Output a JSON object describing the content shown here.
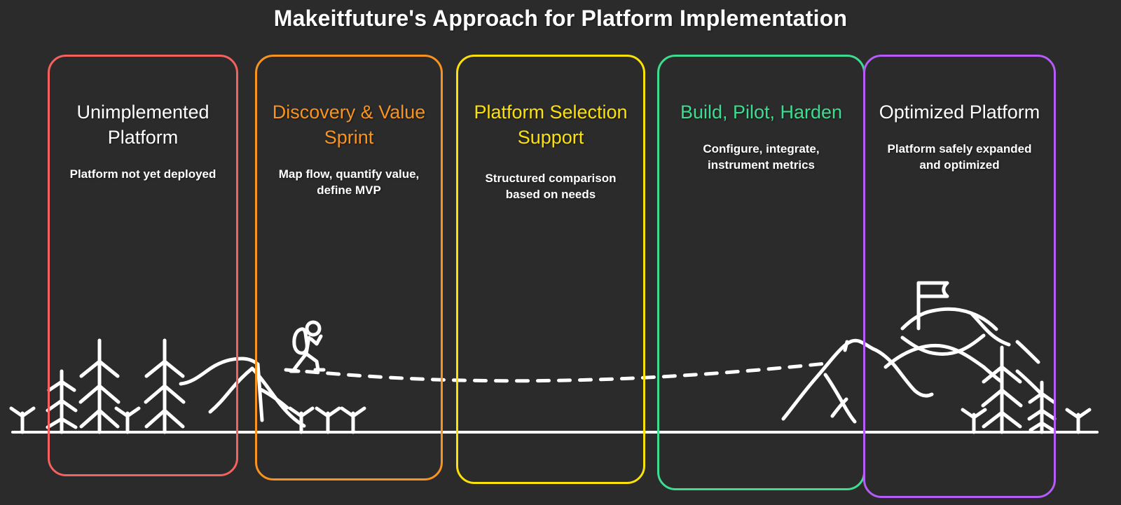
{
  "header": {
    "title": "Makeitfuture's Approach for Platform Implementation"
  },
  "theme": {
    "background": "#2b2b2b",
    "text_primary": "#ffffff",
    "stroke": "#ffffff"
  },
  "stages": [
    {
      "id": "unimplemented-platform",
      "title": "Unimplemented Platform",
      "description": "Platform not yet deployed",
      "accent": "#f4625f",
      "title_color": "#ffffff"
    },
    {
      "id": "discovery-value-sprint",
      "title": "Discovery & Value Sprint",
      "description": "Map flow, quantify value, define MVP",
      "accent": "#f7931e",
      "title_color": "#f7931e"
    },
    {
      "id": "platform-selection-support",
      "title": "Platform Selection Support",
      "description": "Structured comparison based on needs",
      "accent": "#fbe10b",
      "title_color": "#fbe10b"
    },
    {
      "id": "build-pilot-harden",
      "title": "Build, Pilot, Harden",
      "description": "Configure, integrate, instrument metrics",
      "accent": "#3ddc91",
      "title_color": "#3ddc91"
    },
    {
      "id": "optimized-platform",
      "title": "Optimized Platform",
      "description": "Platform safely expanded and optimized",
      "accent": "#b45cf5",
      "title_color": "#ffffff"
    }
  ],
  "illustration": {
    "elements": [
      "ground-line",
      "pine-tree",
      "shrub",
      "hill-left",
      "hiker-figure",
      "dashed-trail",
      "mountain-peak",
      "summit-flag",
      "mountain-range"
    ]
  }
}
